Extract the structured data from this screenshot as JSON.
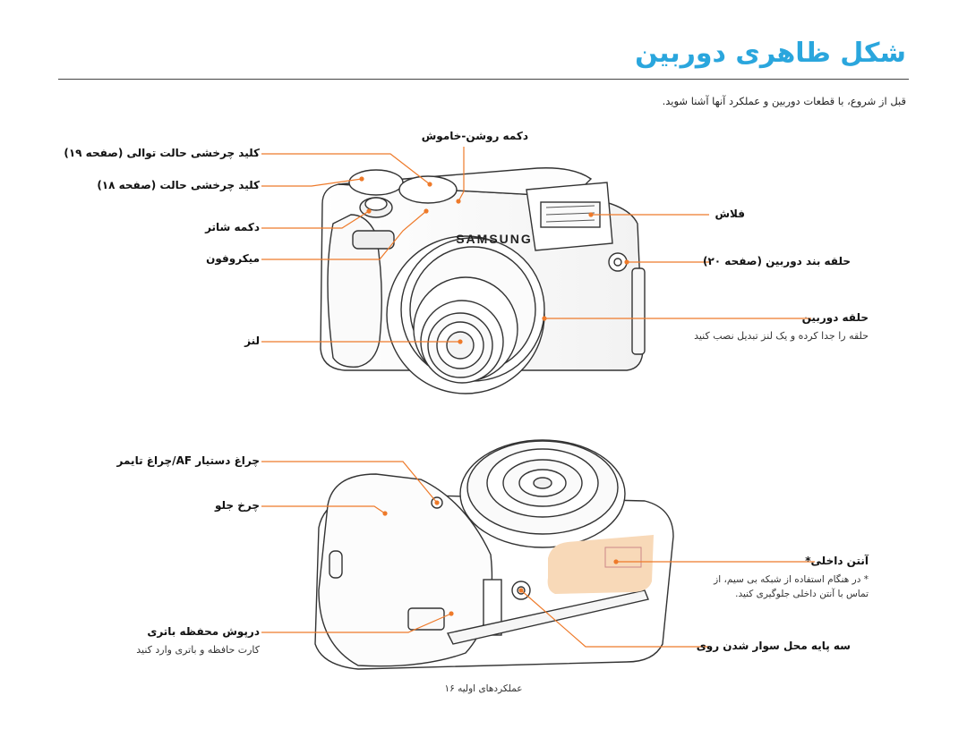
{
  "header": {
    "title": "شکل ظاهری دوربین",
    "intro": "قبل از شروع، با قطعات دوربین و عملکرد آنها آشنا شوید."
  },
  "top_view": {
    "labels": {
      "dial_status_19": "کلید چرخشی حالت توالی (صفحه ۱۹)",
      "dial_status_18": "کلید چرخشی حالت (صفحه ۱۸)",
      "shutter": "دکمه شاتر",
      "microphone": "میکروفون",
      "lens": "لنز",
      "power": "دکمه روشن-خاموش",
      "flash": "فلاش",
      "strap_eyelet": "حلقه بند دوربین (صفحه ۲۰)",
      "lens_ring": "حلقه دوربین",
      "lens_ring_note": "حلقه را جدا کرده و یک لنز تبدیل نصب کنید"
    },
    "brand": "SAMSUNG"
  },
  "bottom_view": {
    "labels": {
      "af_lamp": "چراغ دستیار AF/چراغ تایمر",
      "grip": "چرخ جلو",
      "antenna": "آنتن داخلی*",
      "antenna_note_1": "* در هنگام استفاده از شبکه بی سیم، از",
      "antenna_note_2": "تماس با آنتن داخلی جلوگیری کنید.",
      "battery_door": "درپوش محفظه باتری",
      "battery_door_note": "کارت حافظه و باتری وارد کنید",
      "tripod": "سه پایه محل سوار شدن روی"
    }
  },
  "footer": {
    "text": "عملکردهای اولیه  ۱۶"
  },
  "colors": {
    "accent": "#2aa6dd",
    "leader": "#ee7a2a",
    "lens_highlight": "#f8d9b8"
  }
}
